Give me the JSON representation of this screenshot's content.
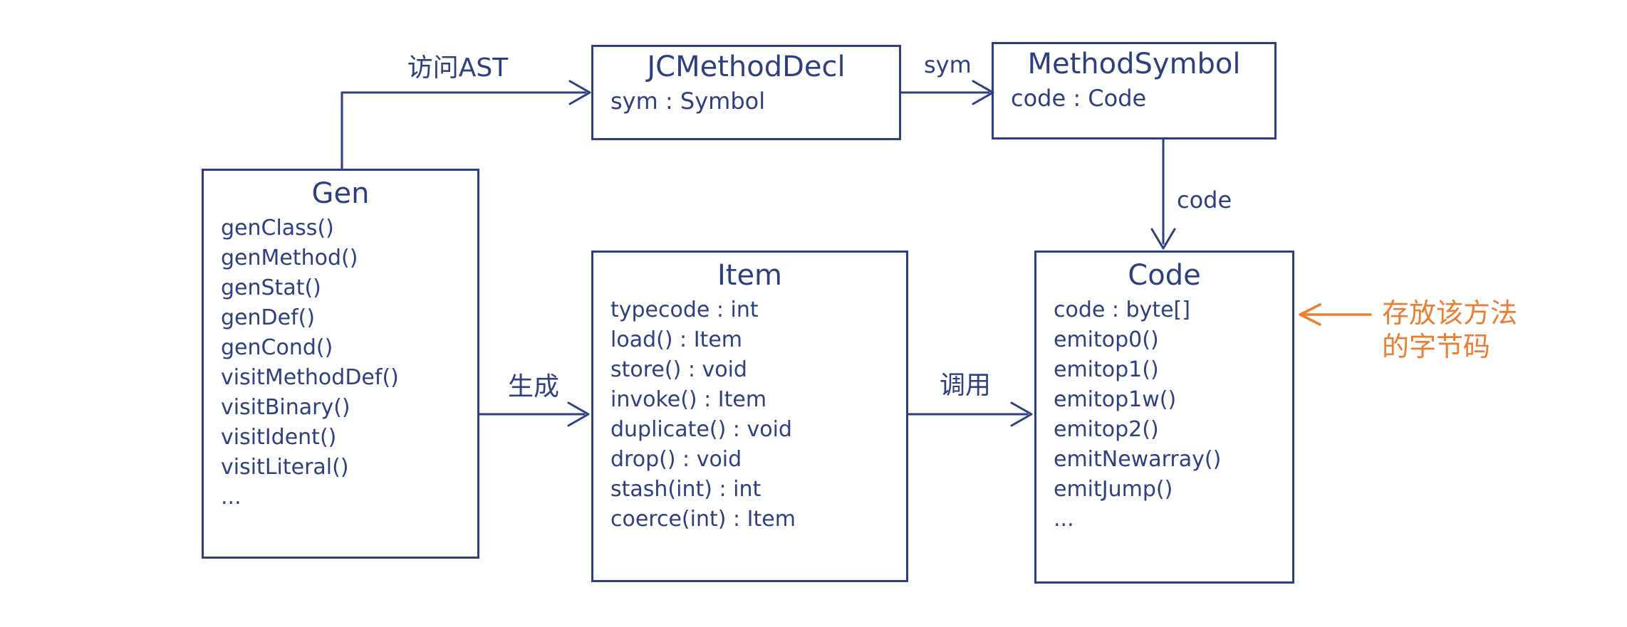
{
  "diagram": {
    "classes": [
      {
        "name": "Gen",
        "members": [
          "genClass()",
          "genMethod()",
          "genStat()",
          "genDef()",
          "genCond()",
          "visitMethodDef()",
          "visitBinary()",
          "visitIdent()",
          "visitLiteral()",
          "..."
        ]
      },
      {
        "name": "JCMethodDecl",
        "members": [
          "sym : Symbol"
        ]
      },
      {
        "name": "MethodSymbol",
        "members": [
          "code : Code"
        ]
      },
      {
        "name": "Item",
        "members": [
          "typecode : int",
          "load() : Item",
          "store() : void",
          "invoke() : Item",
          "duplicate() : void",
          "drop() : void",
          "stash(int) : int",
          "coerce(int) : Item"
        ]
      },
      {
        "name": "Code",
        "members": [
          "code :  byte[]",
          "emitop0()",
          "emitop1()",
          "emitop1w()",
          "emitop2()",
          "emitNewarray()",
          "emitJump()",
          "..."
        ]
      }
    ],
    "edges": {
      "visit_ast": {
        "label": "访问AST"
      },
      "sym": {
        "label": "sym"
      },
      "code": {
        "label": "code"
      },
      "generate": {
        "label": "生成"
      },
      "invoke": {
        "label": "调用"
      }
    },
    "annotation": {
      "line1": "存放该方法",
      "line2": "的字节码"
    },
    "colors": {
      "ink": "#2e3e7e",
      "accent": "#ed7d31",
      "background": "#ffffff"
    }
  }
}
